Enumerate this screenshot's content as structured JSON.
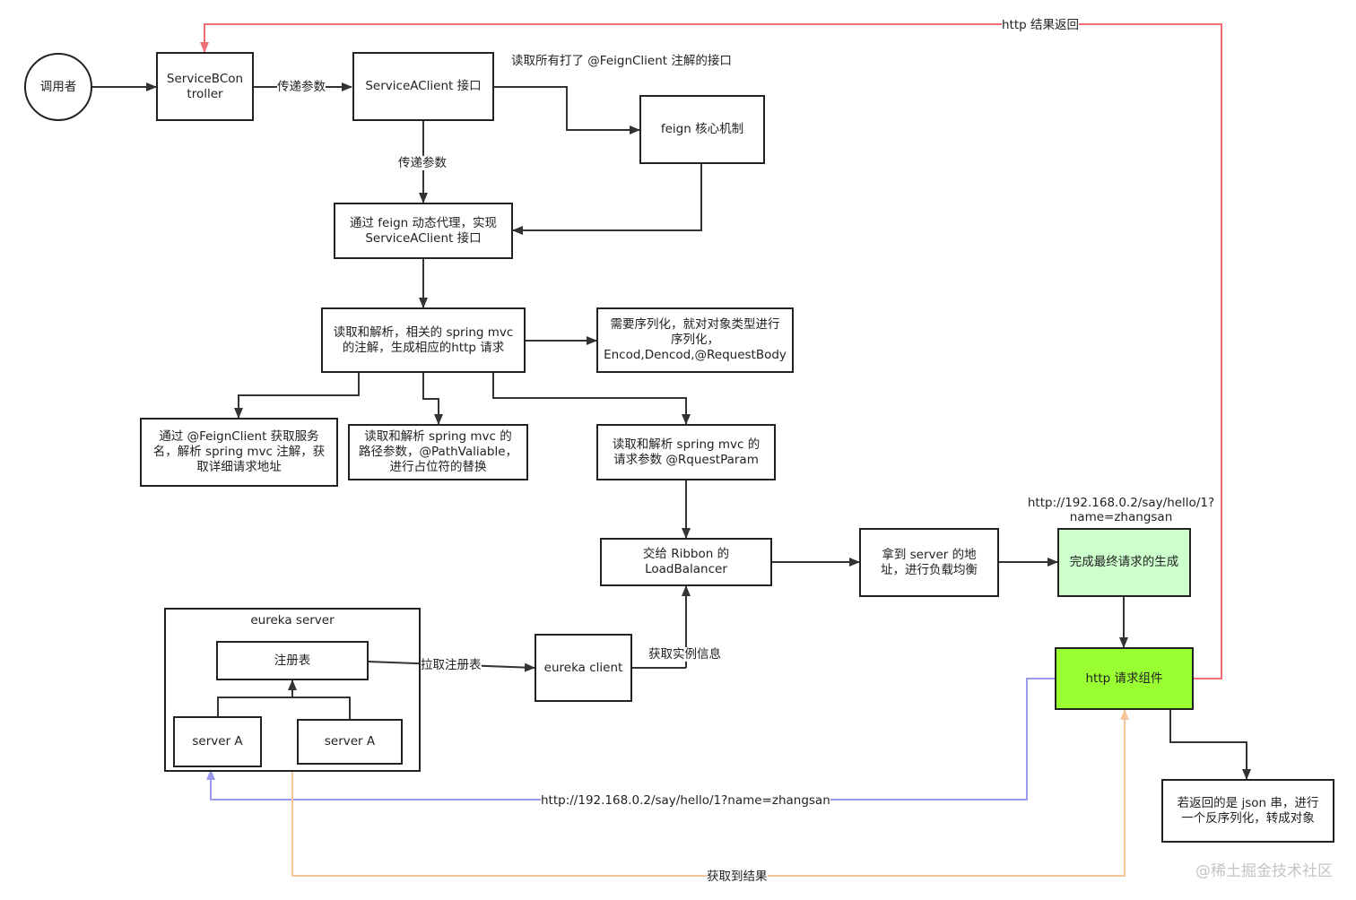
{
  "nodes": {
    "caller": "调用者",
    "serviceBController": "ServiceBCon\ntroller",
    "serviceAClient": "ServiceAClient 接口",
    "feignCore": "feign 核心机制",
    "feignProxy": "通过 feign 动态代理，实现\nServiceAClient 接口",
    "readParseMvc": "读取和解析，相关的 spring mvc\n的注解，生成相应的http 请求",
    "serialize": "需要序列化，就对对象类型进行\n序列化，\nEncod,Dencod,@RequestBody",
    "feignClientName": "通过 @FeignClient 获取服务\n名，解析 spring mvc 注解，获\n取详细请求地址",
    "pathParam": "读取和解析 spring mvc 的\n路径参数，@PathValiable，\n进行占位符的替换",
    "requestParam": "读取和解析 spring mvc 的\n请求参数 @RquestParam",
    "ribbon": "交给 Ribbon 的\nLoadBalancer",
    "serverAddr": "拿到 server 的地\n址，进行负载均衡",
    "finalRequest": "完成最终请求的生成",
    "httpComponent": "http 请求组件",
    "jsonResult": "若返回的是 json 串，进行\n一个反序列化，转成对象",
    "registry": "注册表",
    "serverA1": "server A",
    "serverA2": "server A",
    "eurekaClient": "eureka client"
  },
  "containers": {
    "eurekaServer": "eureka server"
  },
  "labels": {
    "httpReturn": "http 结果返回",
    "passParams1": "传递参数",
    "passParams2": "传递参数",
    "readAll": "读取所有打了 @FeignClient 注解的接口",
    "pullRegistry": "拉取注册表",
    "getInstance": "获取实例信息",
    "urlTop": "http://192.168.0.2/say/hello/1?\nname=zhangsan",
    "urlBottom": "http://192.168.0.2/say/hello/1?name=zhangsan",
    "getResult": "获取到结果"
  },
  "watermark": "@稀土掘金技术社区",
  "colors": {
    "edge": "#333333",
    "returnRed": "#ee6e73",
    "requestBlue": "#9999ee",
    "resultOrange": "#f6c49a",
    "lightGreen": "#ccffcc",
    "brightGreen": "#99ff33"
  }
}
